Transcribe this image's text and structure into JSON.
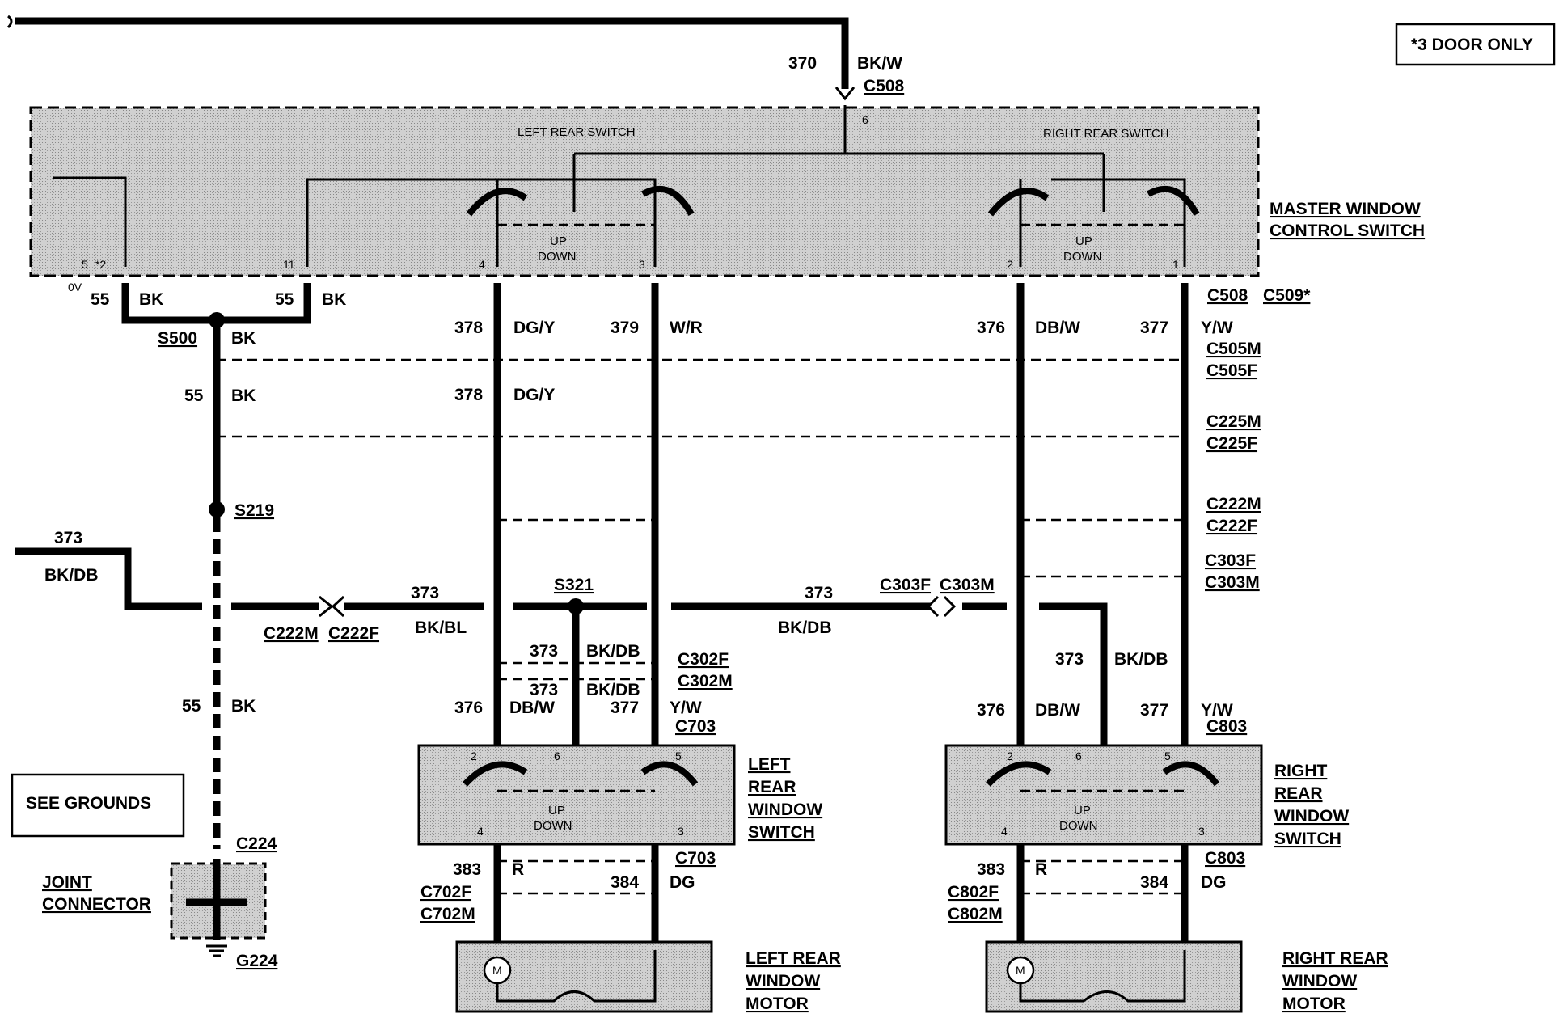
{
  "note": "*3 DOOR ONLY",
  "see_grounds": "SEE GROUNDS",
  "components": {
    "master_switch": [
      "MASTER WINDOW",
      "CONTROL SWITCH"
    ],
    "left_rear_switch_label": "LEFT REAR SWITCH",
    "right_rear_switch_label": "RIGHT REAR SWITCH",
    "left_window_switch": [
      "LEFT",
      "REAR",
      "WINDOW",
      "SWITCH"
    ],
    "right_window_switch": [
      "RIGHT",
      "REAR",
      "WINDOW",
      "SWITCH"
    ],
    "left_motor": [
      "LEFT REAR",
      "WINDOW",
      "MOTOR"
    ],
    "right_motor": [
      "RIGHT REAR",
      "WINDOW",
      "MOTOR"
    ],
    "joint_connector": [
      "JOINT",
      "CONNECTOR"
    ],
    "motor_symbol": "M"
  },
  "switch_text": {
    "up": "UP",
    "down": "DOWN"
  },
  "pins": {
    "master": [
      "5",
      "*2",
      "11",
      "4",
      "3",
      "2",
      "1",
      "6"
    ],
    "left_switch": [
      "2",
      "6",
      "5",
      "4",
      "3"
    ],
    "right_switch": [
      "2",
      "6",
      "5",
      "4",
      "3"
    ]
  },
  "voltage": "0V",
  "connectors": {
    "c508": "C508",
    "c509": "C509*",
    "c505m": "C505M",
    "c505f": "C505F",
    "c225m": "C225M",
    "c225f": "C225F",
    "c222m": "C222M",
    "c222f": "C222F",
    "c303f": "C303F",
    "c303m": "C303M",
    "c302f": "C302F",
    "c302m": "C302M",
    "c703": "C703",
    "c803": "C803",
    "c702f": "C702F",
    "c702m": "C702M",
    "c802f": "C802F",
    "c802m": "C802M",
    "c224": "C224",
    "g224": "G224"
  },
  "splices": {
    "s500": "S500",
    "s219": "S219",
    "s321": "S321"
  },
  "circuits": {
    "c370": "370",
    "c55": "55",
    "c378": "378",
    "c379": "379",
    "c376": "376",
    "c377": "377",
    "c373": "373",
    "c383": "383",
    "c384": "384"
  },
  "colors": {
    "bkw": "BK/W",
    "bk": "BK",
    "dgy": "DG/Y",
    "wr": "W/R",
    "dbw": "DB/W",
    "yw": "Y/W",
    "bkdb": "BK/DB",
    "bkbl": "BK/BL",
    "r": "R",
    "dg": "DG"
  }
}
